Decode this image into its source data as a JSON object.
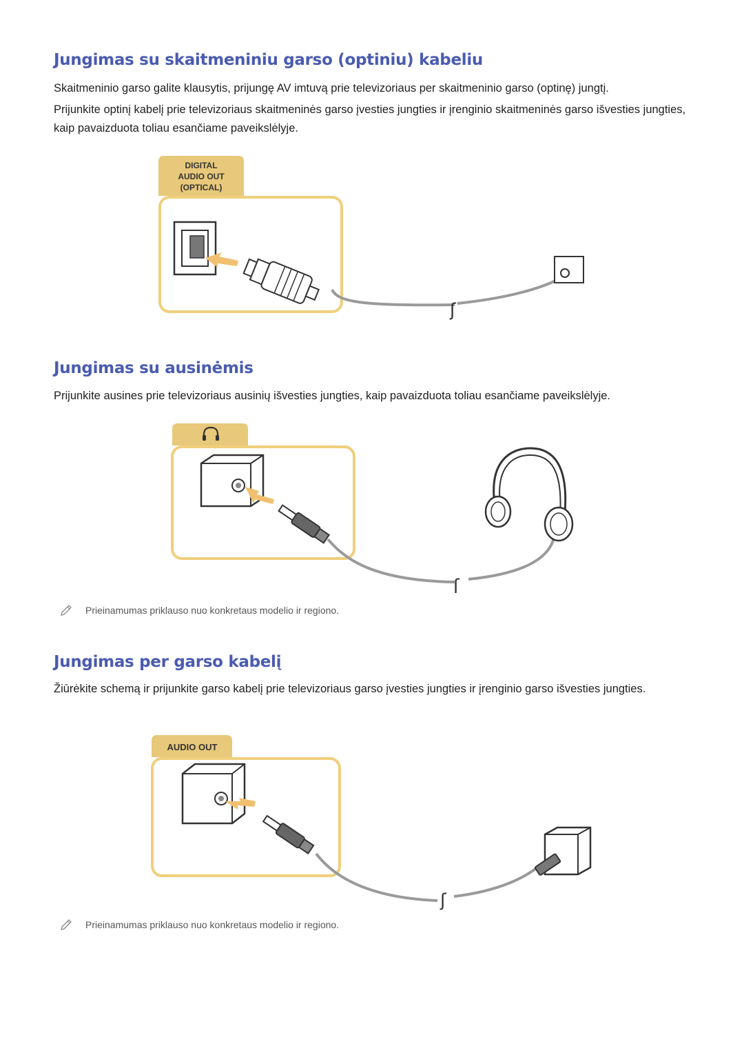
{
  "sections": {
    "optical": {
      "heading": "Jungimas su skaitmeniniu garso (optiniu) kabeliu",
      "paragraph1": "Skaitmeninio garso galite klausytis, prijungę AV imtuvą prie televizoriaus per skaitmeninio garso (optinę) jungtį.",
      "paragraph2": "Prijunkite optinį kabelį prie televizoriaus skaitmeninės garso įvesties jungties ir įrenginio skaitmeninės garso išvesties jungties, kaip pavaizduota toliau esančiame paveikslėlyje.",
      "port_label_line1": "DIGITAL",
      "port_label_line2": "AUDIO OUT",
      "port_label_line3": "(OPTICAL)"
    },
    "headphones": {
      "heading": "Jungimas su ausinėmis",
      "paragraph": "Prijunkite ausines prie televizoriaus ausinių išvesties jungties, kaip pavaizduota toliau esančiame paveikslėlyje.",
      "port_icon": "headphone-icon",
      "note": "Prieinamumas priklauso nuo konkretaus modelio ir regiono."
    },
    "audio_cable": {
      "heading": "Jungimas per garso kabelį",
      "paragraph": "Žiūrėkite schemą ir prijunkite garso kabelį prie televizoriaus garso įvesties jungties ir įrenginio garso išvesties jungties.",
      "port_label": "AUDIO OUT",
      "note": "Prieinamumas priklauso nuo konkretaus modelio ir regiono."
    }
  },
  "colors": {
    "heading": "#4a5bb0",
    "accent_tab": "#e8c87a",
    "accent_frame": "#f0cf7d",
    "arrow": "#f0c070",
    "cable": "#9a9a9a"
  },
  "icons": [
    "note-pencil-icon",
    "headphone-icon",
    "arrow-icon"
  ]
}
